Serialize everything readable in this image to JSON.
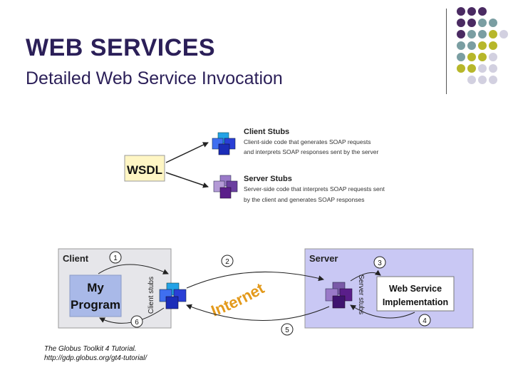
{
  "slide": {
    "title": "WEB SERVICES",
    "subtitle": "Detailed Web Service Invocation"
  },
  "colors": {
    "purple": "#4a2a62",
    "teal": "#7a9ea2",
    "olive": "#b7b72a",
    "lavender": "#d2d0e0",
    "wsdl_fill": "#fff6c4",
    "client_box": "#e6e6ea",
    "server_box": "#c9c8f4"
  },
  "diagram": {
    "wsdl": "WSDL",
    "client_stubs": {
      "title": "Client Stubs",
      "line1": "Client-side code that generates SOAP requests",
      "line2": "and interprets SOAP responses sent by the server"
    },
    "server_stubs": {
      "title": "Server Stubs",
      "line1": "Server-side code that interprets SOAP requests sent",
      "line2": "by the client and generates SOAP responses"
    },
    "client": {
      "label": "Client",
      "program_line1": "My",
      "program_line2": "Program",
      "stubs_label": "Client stubs"
    },
    "server": {
      "label": "Server",
      "impl_line1": "Web Service",
      "impl_line2": "Implementation",
      "stubs_label": "Server stubs"
    },
    "internet": "Internet",
    "steps": [
      "1",
      "2",
      "3",
      "4",
      "5",
      "6"
    ]
  },
  "caption": {
    "line1": "The Globus Toolkit 4 Tutorial.",
    "line2": "http://gdp.globus.org/gt4-tutorial/"
  }
}
